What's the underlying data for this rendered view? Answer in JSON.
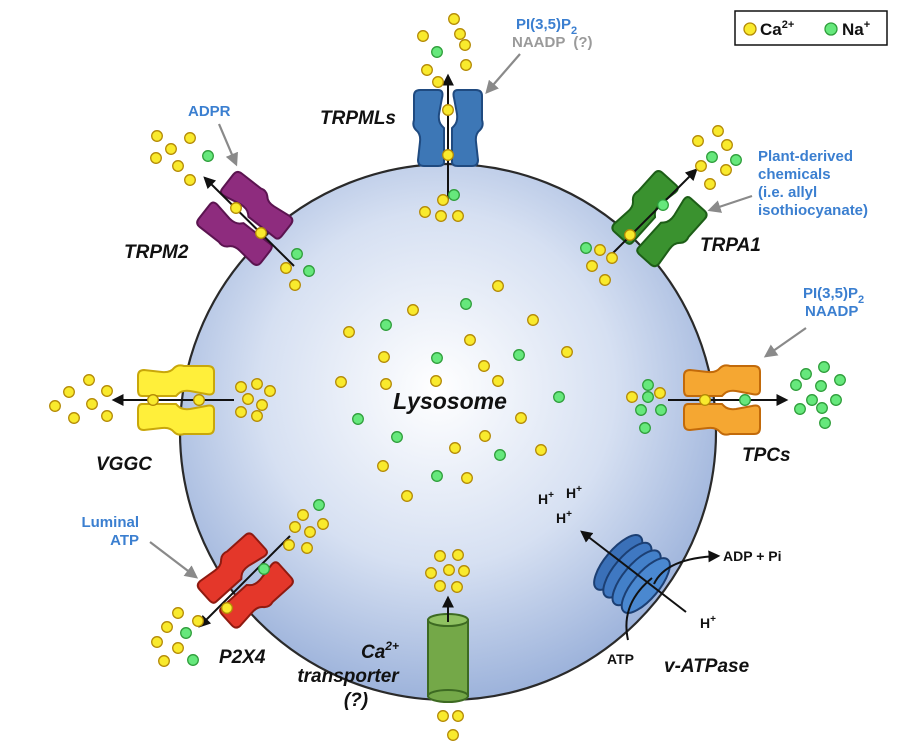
{
  "legend": {
    "ca_label": "Ca",
    "ca_sup": "2+",
    "na_label": "Na",
    "na_sup": "+"
  },
  "center_label": "Lysosome",
  "channels": {
    "trpmls": "TRPMLs",
    "trpm2": "TRPM2",
    "trpa1": "TRPA1",
    "vggc": "VGGC",
    "tpcs": "TPCs",
    "p2x4": "P2X4",
    "ca_transporter": {
      "line1": "Ca",
      "line1_sup": "2+",
      "line2": "transporter",
      "line3": "(?)"
    },
    "vatpase": "v-ATPase"
  },
  "regulators": {
    "trpmls_line1": "PI(3,5)P",
    "trpmls_line1_sub": "2",
    "trpmls_line2": "NAADP  (?)",
    "trpm2": "ADPR",
    "trpa1": [
      "Plant-derived",
      "chemicals",
      "(i.e. allyl",
      "isothiocyanate)"
    ],
    "tpcs_line1": "PI(3,5)P",
    "tpcs_line1_sub": "2",
    "tpcs_line2": "NAADP",
    "p2x4": [
      "Luminal",
      "ATP"
    ]
  },
  "vatpase_labels": {
    "h": "H",
    "h_sup": "+",
    "adp_pi": "ADP + Pi",
    "atp": "ATP"
  },
  "colors": {
    "lysosome_edge": "#8fa8d6",
    "trpml": "#3d77b6",
    "trpm2": "#8e2c7e",
    "trpa1": "#3a922f",
    "vggc": "#ffef3a",
    "tpc": "#f5a732",
    "p2x4": "#e4372a",
    "transporter": "#74a848",
    "vatpase": "#3a70b8",
    "ca_ion": "#f9ea2d",
    "na_ion": "#66e87c",
    "regulator_text": "#3b7fd0"
  }
}
